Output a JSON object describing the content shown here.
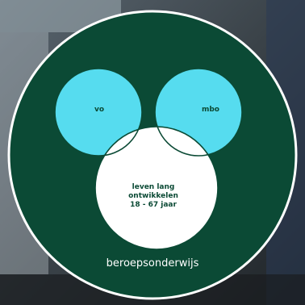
{
  "diagram": {
    "type": "venn",
    "sets": [
      {
        "label": "vo",
        "fill": "#56dcef"
      },
      {
        "label": "mbo",
        "fill": "#56dcef"
      },
      {
        "label_lines": [
          "leven lang",
          "ontwikkelen",
          "18 - 67 jaar"
        ],
        "fill": "#ffffff"
      }
    ],
    "container_label": "beroepsonderwijs",
    "container_fill": "#0b4a35",
    "ring_color": "#ffffff"
  }
}
